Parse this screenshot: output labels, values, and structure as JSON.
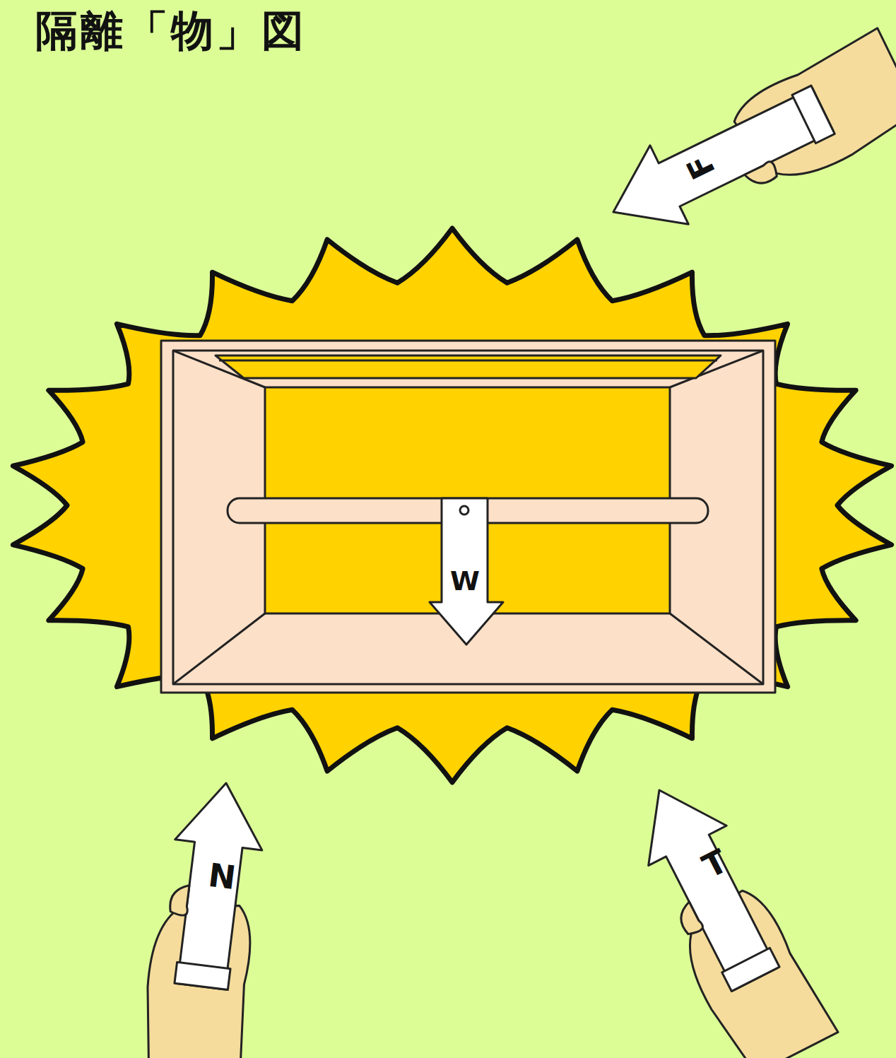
{
  "diagram": {
    "title": "隔離「物」図",
    "labels": [
      "F",
      "W",
      "N",
      "T"
    ]
  }
}
